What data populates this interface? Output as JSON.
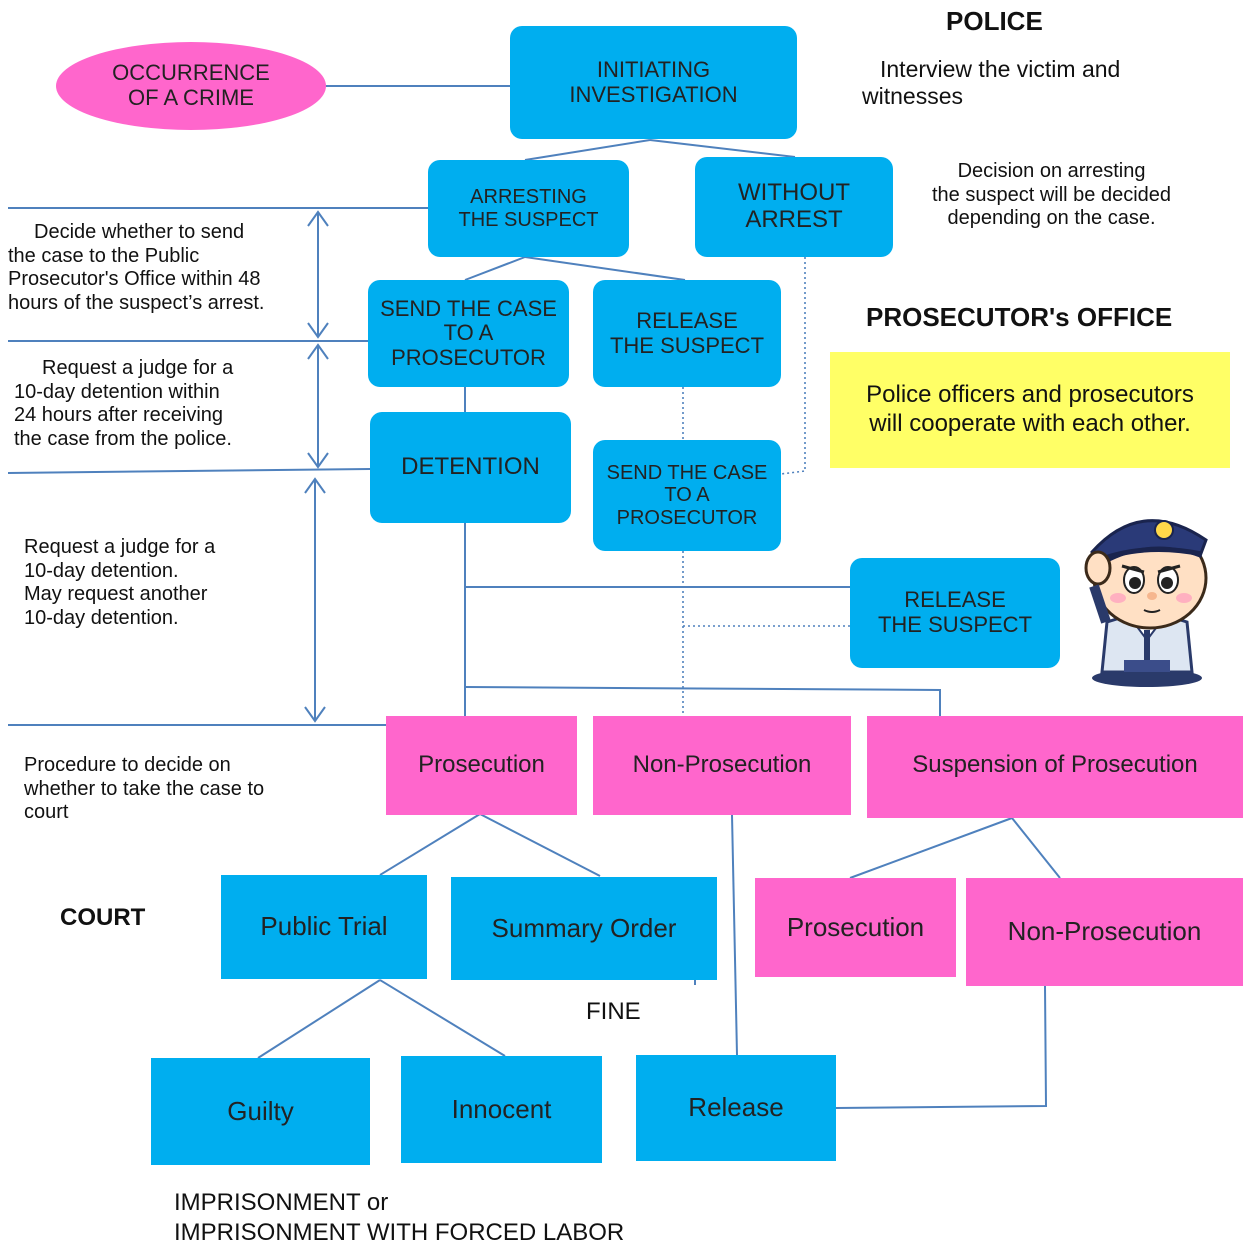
{
  "headings": {
    "police": "POLICE",
    "prosecutors_office": "PROSECUTOR's OFFICE",
    "court": "COURT"
  },
  "nodes": {
    "occurrence": "OCCURRENCE\nOF A CRIME",
    "initiating": "INITIATING\nINVESTIGATION",
    "arresting": "ARRESTING\nTHE SUSPECT",
    "without_arrest": "WITHOUT\nARREST",
    "send_case_1": "SEND THE CASE\nTO A\nPROSECUTOR",
    "release_1": "RELEASE\nTHE SUSPECT",
    "detention": "DETENTION",
    "send_case_2": "SEND THE CASE\nTO A\nPROSECUTOR",
    "release_2": "RELEASE\nTHE SUSPECT",
    "prosecution": "Prosecution",
    "non_prosecution": "Non-Prosecution",
    "suspension": "Suspension of Prosecution",
    "public_trial": "Public Trial",
    "summary_order": "Summary Order",
    "prosecution_2": "Prosecution",
    "non_prosecution_2": "Non-Prosecution",
    "guilty": "Guilty",
    "innocent": "Innocent",
    "release_final": "Release"
  },
  "notes": {
    "police_interview": "Interview the victim and\nwitnesses",
    "arrest_decision": "Decision on arresting\nthe suspect will be decided\ndepending on the case.",
    "cooperate": "Police officers and prosecutors\nwill cooperate with each other.",
    "within_48": "Decide whether to send\nthe case to the Public\nProsecutor's Office within 48\nhours of the suspect’s arrest.",
    "within_24": "Request a judge for a\n10-day detention within\n24 hours after receiving\nthe case from the police.",
    "ten_day": "Request a judge for a\n10-day detention.\nMay request another\n10-day detention.",
    "procedure": "Procedure to decide on\nwhether to take the case to\ncourt"
  },
  "outcomes": {
    "fine": "FINE",
    "imprisonment": "IMPRISONMENT or\nIMPRISONMENT WITH FORCED LABOR"
  },
  "colors": {
    "blue_box": "#00aeef",
    "pink_box": "#ff66cc",
    "yellow_note": "#ffff66",
    "connector": "#4f81bd"
  },
  "icons": {
    "mascot": "police-officer-mascot-icon"
  }
}
